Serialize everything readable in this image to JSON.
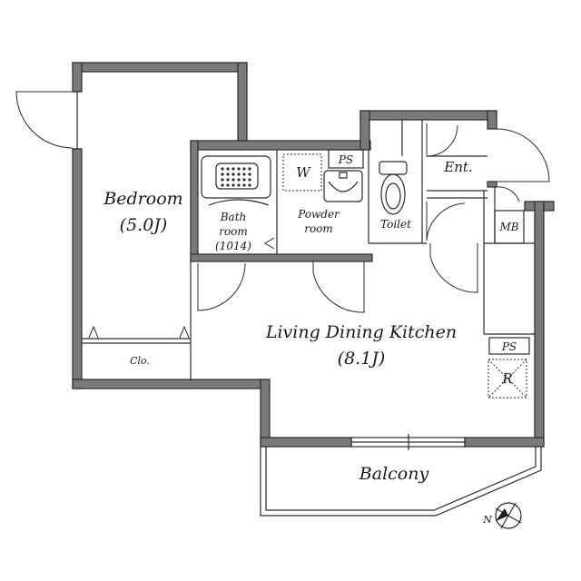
{
  "rooms": {
    "bedroom": {
      "name": "Bedroom",
      "size": "(5.0J)"
    },
    "closet": {
      "name": "Clo."
    },
    "bathroom": {
      "line1": "Bath",
      "line2": "room",
      "line3": "(1014)"
    },
    "powder_room": {
      "line1": "Powder",
      "line2": "room"
    },
    "washer": {
      "name": "W"
    },
    "ps_upper": {
      "name": "PS"
    },
    "toilet": {
      "name": "Toilet"
    },
    "entrance": {
      "name": "Ent."
    },
    "meter_box": {
      "name": "MB"
    },
    "ldk": {
      "name": "Living Dining Kitchen",
      "size": "(8.1J)"
    },
    "ps_lower": {
      "name": "PS"
    },
    "refrigerator": {
      "name": "R"
    },
    "balcony": {
      "name": "Balcony"
    }
  },
  "compass": {
    "north_label": "N"
  },
  "colors": {
    "wall": "#7a7a7a",
    "line": "#2b2b2b",
    "background": "#ffffff"
  }
}
